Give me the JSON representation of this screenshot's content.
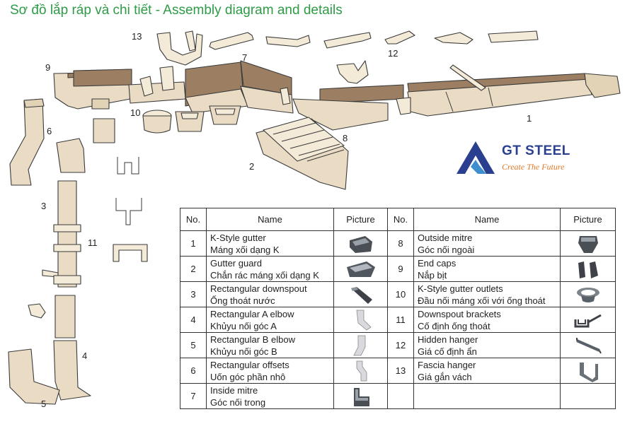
{
  "title": "Sơ đồ lắp ráp và chi tiết - Assembly diagram and details",
  "logo": {
    "name": "GT STEEL",
    "tagline": "Create The Future",
    "brand_color": "#2a3f8f",
    "accent_color": "#e0782a"
  },
  "diagram_labels": [
    "1",
    "2",
    "3",
    "4",
    "5",
    "6",
    "7",
    "8",
    "9",
    "10",
    "11",
    "12",
    "13"
  ],
  "table": {
    "headers": {
      "no": "No.",
      "name": "Name",
      "picture": "Picture"
    },
    "left": [
      {
        "no": "1",
        "name_en": "K-Style gutter",
        "name_vi": "Máng xối dạng K",
        "icon": "k-style-gutter-icon"
      },
      {
        "no": "2",
        "name_en": "Gutter guard",
        "name_vi": "Chắn rác máng xối dạng K",
        "icon": "gutter-guard-icon"
      },
      {
        "no": "3",
        "name_en": "Rectangular downspout",
        "name_vi": "Ống thoát nước",
        "icon": "downspout-icon"
      },
      {
        "no": "4",
        "name_en": "Rectangular A elbow",
        "name_vi": "Khủyu nối góc A",
        "icon": "a-elbow-icon"
      },
      {
        "no": "5",
        "name_en": "Rectangular B elbow",
        "name_vi": "Khủyu nối góc B",
        "icon": "b-elbow-icon"
      },
      {
        "no": "6",
        "name_en": "Rectangular offsets",
        "name_vi": "Uốn góc phần nhô",
        "icon": "offset-icon"
      },
      {
        "no": "7",
        "name_en": "Inside mitre",
        "name_vi": "Góc nối trong",
        "icon": "inside-mitre-icon"
      }
    ],
    "right": [
      {
        "no": "8",
        "name_en": "Outside mitre",
        "name_vi": "Góc nối ngoài",
        "icon": "outside-mitre-icon"
      },
      {
        "no": "9",
        "name_en": "End caps",
        "name_vi": "Nắp bịt",
        "icon": "end-caps-icon"
      },
      {
        "no": "10",
        "name_en": "K-Style gutter outlets",
        "name_vi": "Đầu nối máng xối với ống thoát",
        "icon": "gutter-outlet-icon"
      },
      {
        "no": "11",
        "name_en": "Downspout brackets",
        "name_vi": "Cố định ống thoát",
        "icon": "downspout-bracket-icon"
      },
      {
        "no": "12",
        "name_en": "Hidden hanger",
        "name_vi": "Giá cố định ẩn",
        "icon": "hidden-hanger-icon"
      },
      {
        "no": "13",
        "name_en": "Fascia hanger",
        "name_vi": "Giá gắn vách",
        "icon": "fascia-hanger-icon"
      }
    ]
  }
}
